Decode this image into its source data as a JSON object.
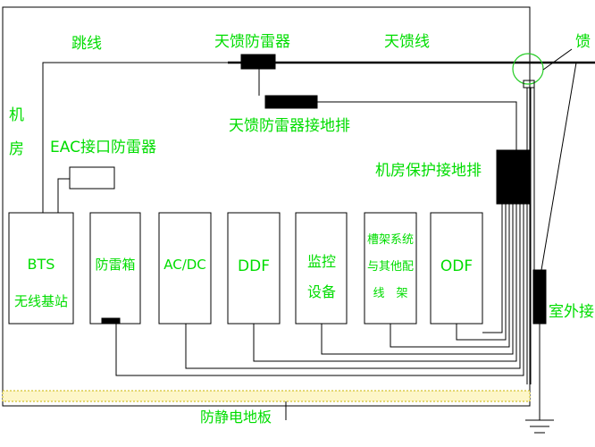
{
  "labels": {
    "jumper": "跳线",
    "surge_protector": "天馈防雷器",
    "feeder_cable": "天馈线",
    "feeder_partial": "馈",
    "room_1": "机",
    "room_2": "房",
    "eac_protector": "EAC接口防雷器",
    "protector_ground_bar": "天馈防雷器接地排",
    "room_ground_bar": "机房保护接地排",
    "outdoor_partial": "室外接",
    "antistatic_floor": "防静电地板"
  },
  "equipment": [
    {
      "line1": "BTS",
      "line2": "无线基站"
    },
    {
      "line1": "防雷箱",
      "line2": ""
    },
    {
      "line1": "AC/DC",
      "line2": ""
    },
    {
      "line1": "DDF",
      "line2": ""
    },
    {
      "line1": "监控",
      "line2": "设备"
    },
    {
      "line1": "槽架系统",
      "line2": "与其他配",
      "line3": "线　架"
    },
    {
      "line1": "ODF",
      "line2": ""
    }
  ],
  "colors": {
    "label": "#00dd00",
    "line": "#000000",
    "floor_fill": "#fdf6c8",
    "floor_border": "#c8b400"
  }
}
